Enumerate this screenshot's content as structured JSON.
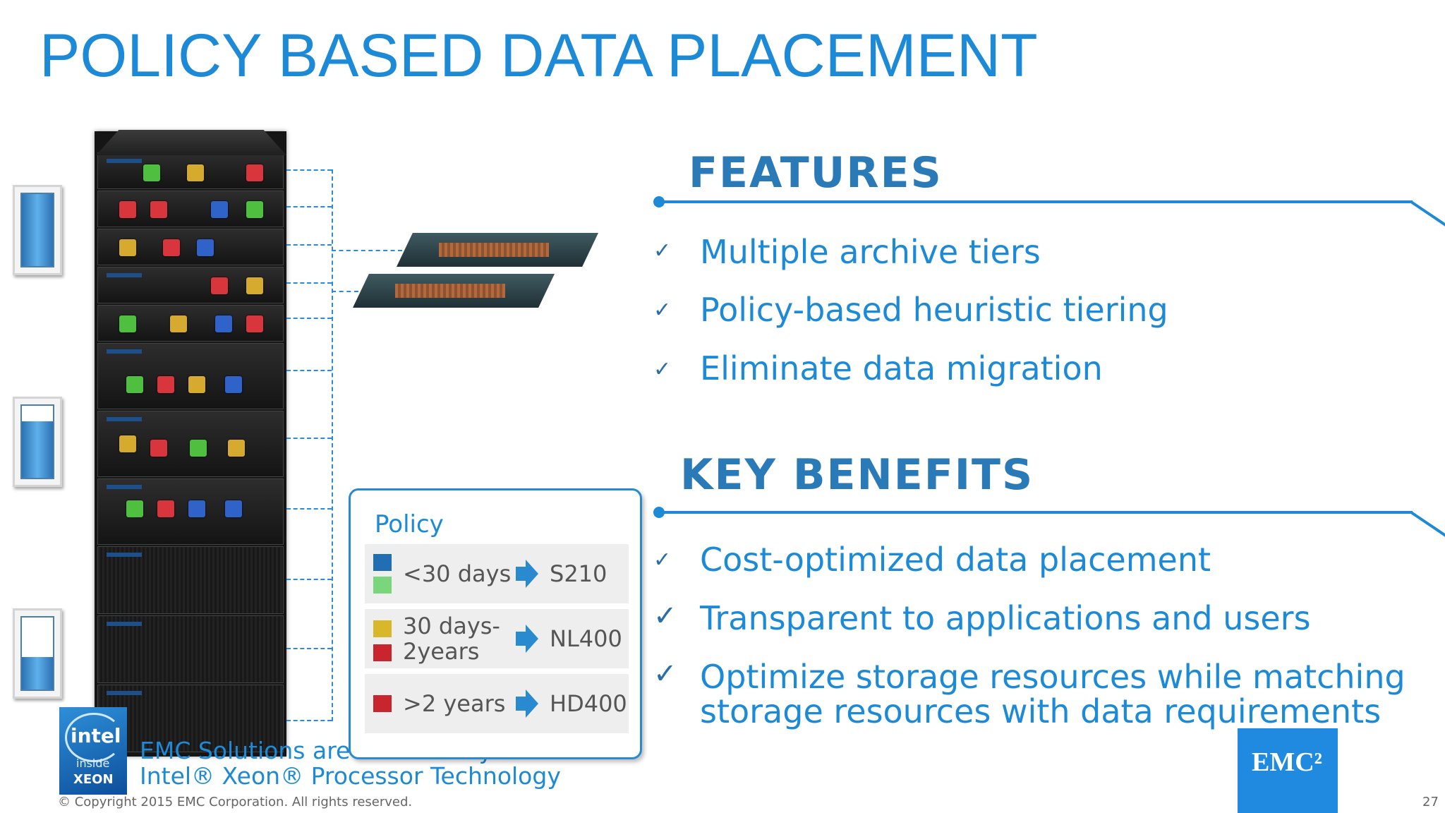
{
  "slide": {
    "title": "POLICY BASED DATA PLACEMENT",
    "features": {
      "heading": "FEATURES",
      "items": [
        "Multiple archive tiers",
        "Policy-based heuristic tiering",
        "Eliminate data migration"
      ]
    },
    "benefits": {
      "heading": "KEY BENEFITS",
      "items": [
        "Cost-optimized data placement",
        "Transparent to applications and users",
        "Optimize storage resources while matching",
        "storage resources with data requirements"
      ]
    },
    "policy": {
      "title": "Policy",
      "rows": [
        {
          "age": "<30 days",
          "target": "S210",
          "colors": [
            "#1f6fb2",
            "#79d67a"
          ]
        },
        {
          "age_line1": "30 days-",
          "age_line2": "2years",
          "target": "NL400",
          "colors": [
            "#d9b72a",
            "#c8262c"
          ]
        },
        {
          "age": ">2 years",
          "target": "HD400",
          "colors": [
            "#c8262c"
          ]
        }
      ]
    },
    "gauges": [
      {
        "fill_fraction": 1.0
      },
      {
        "fill_fraction": 0.78
      },
      {
        "fill_fraction": 0.45
      }
    ],
    "intel": {
      "badge_word": "intel",
      "badge_inside": "inside",
      "badge_xeon": "XEON",
      "line1": "EMC Solutions are Powered by",
      "line2": "Intel® Xeon® Processor Technology"
    },
    "footer": {
      "copyright": "© Copyright 2015 EMC Corporation. All rights reserved.",
      "page_number": "27",
      "logo": "EMC²"
    },
    "colors": {
      "accent": "#1c8ad6",
      "heading": "#2a7ab8"
    }
  }
}
